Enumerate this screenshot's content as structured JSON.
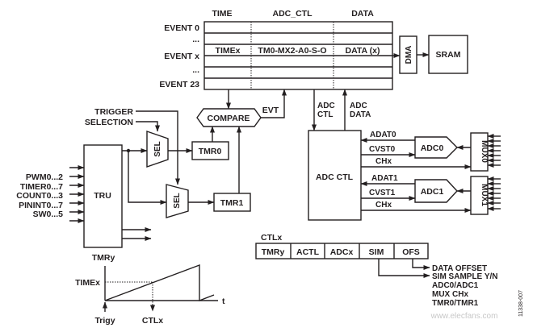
{
  "event_table": {
    "headers": [
      "TIME",
      "ADC_CTL",
      "DATA"
    ],
    "row_labels": [
      "EVENT 0",
      "...",
      "EVENT x",
      "...",
      "EVENT 23"
    ],
    "event_x_row": [
      "TIMEx",
      "TM0-MX2-A0-S-O",
      "DATA (x)"
    ]
  },
  "blocks": {
    "dma": "DMA",
    "sram": "SRAM",
    "compare": "COMPARE",
    "evt": "EVT",
    "adc_ctl_arrow": "ADC\nCTL",
    "adc_data_arrow": "ADC\nDATA",
    "trigger_selection": [
      "TRIGGER",
      "SELECTION"
    ],
    "sel": "SEL",
    "tmr0": "TMR0",
    "tmr1": "TMR1",
    "tru": "TRU",
    "adc_ctl_block": "ADC CTL",
    "adc0": "ADC0",
    "adc1": "ADC1",
    "mux0": "MUX0",
    "mux1": "MUX1"
  },
  "tru_inputs": [
    "PWM0...2",
    "TIMER0...7",
    "COUNT0...3",
    "PININT0...7",
    "SW0...5"
  ],
  "adc_signals": {
    "adc0": [
      "ADAT0",
      "CVST0",
      "CHx"
    ],
    "adc1": [
      "ADAT1",
      "CVST1",
      "CHx"
    ]
  },
  "ctlx": {
    "title": "CTLx",
    "fields": [
      "TMRy",
      "ACTL",
      "ADCx",
      "SIM",
      "OFS"
    ],
    "descriptions": [
      "DATA OFFSET",
      "SIM SAMPLE Y/N",
      "ADC0/ADC1",
      "MUX CHx",
      "TMR0/TMR1"
    ]
  },
  "timing": {
    "y_label": "TMRy",
    "level_label": "TIMEx",
    "x_label": "t",
    "trigger_label": "Trigy",
    "event_label": "CTLx"
  },
  "figure_id": "11338-007",
  "watermark": "www.elecfans.com"
}
